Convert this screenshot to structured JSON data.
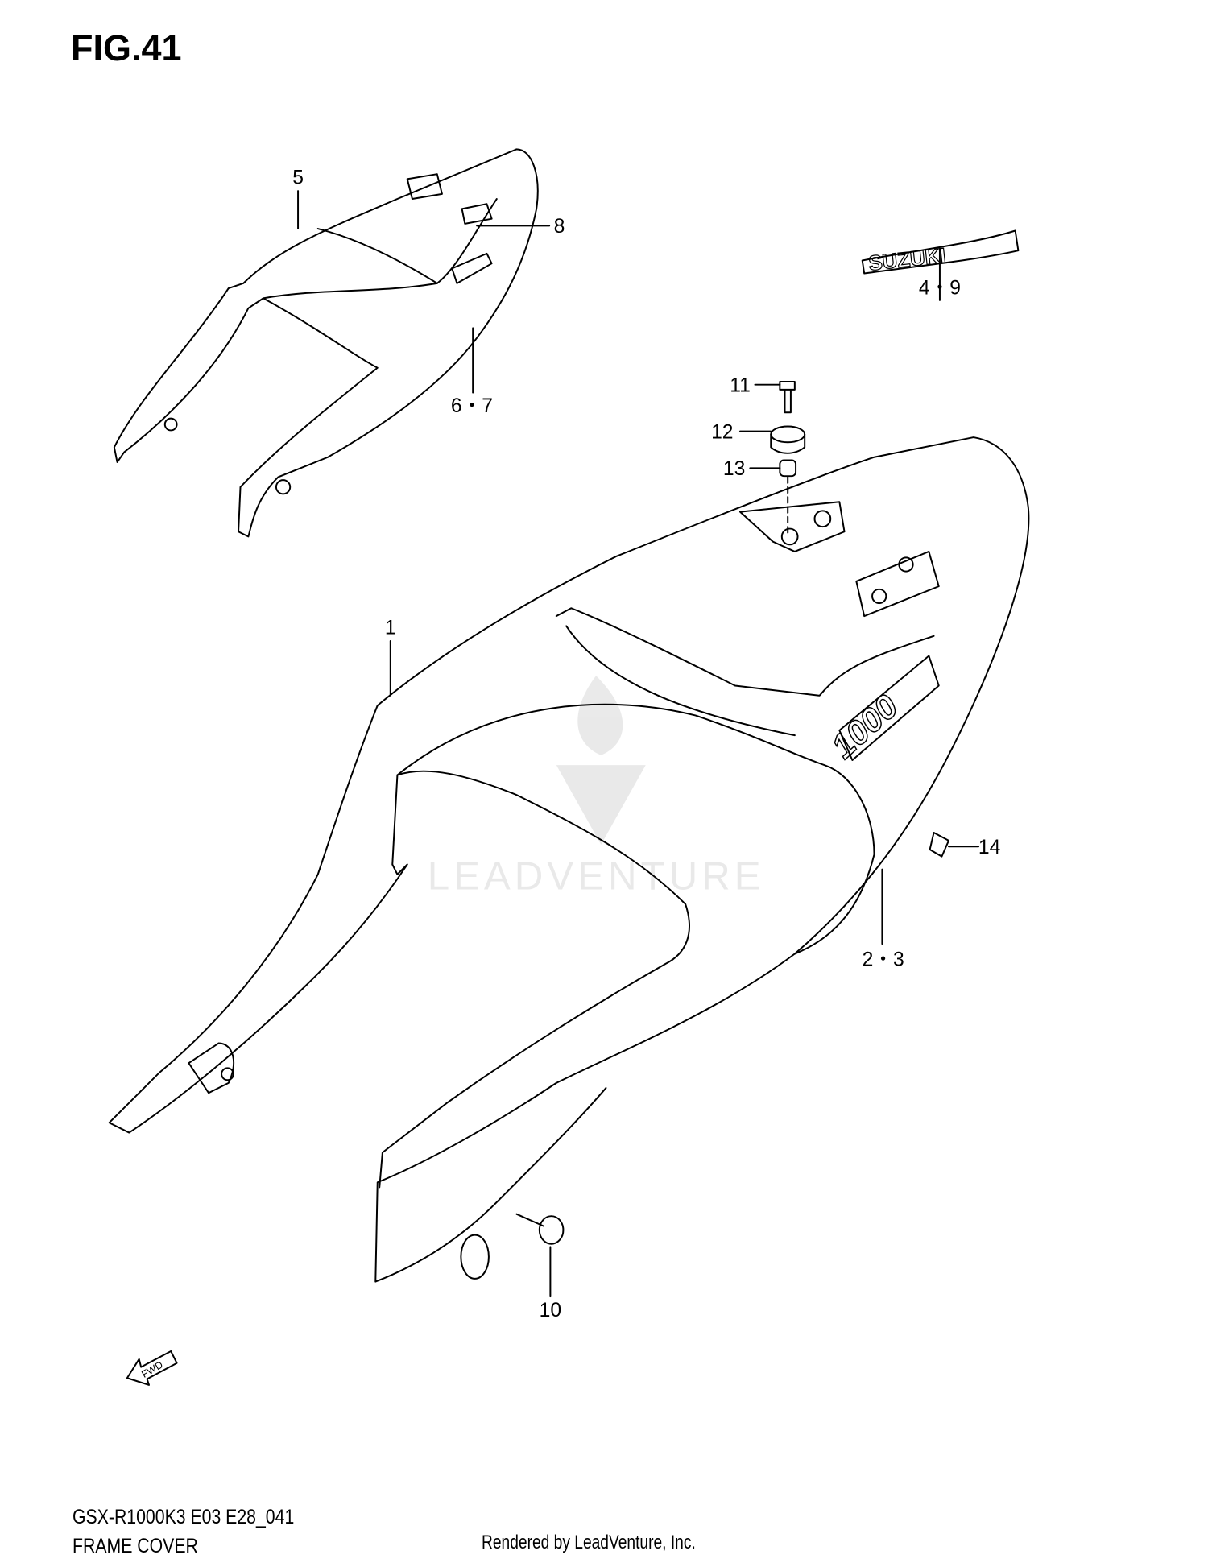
{
  "title": "FIG.41",
  "model_code": "GSX-R1000K3 E03 E28_041",
  "section_name": "FRAME COVER",
  "credit": "Rendered by LeadVenture, Inc.",
  "watermark": "LEADVENTURE",
  "decal_text": "SUZUKI",
  "badge_text": "1000",
  "fwd_arrow_text": "FWD",
  "callouts": [
    {
      "id": "1",
      "label": "1"
    },
    {
      "id": "2-3",
      "label": "2・3"
    },
    {
      "id": "4-9",
      "label": "4・9"
    },
    {
      "id": "5",
      "label": "5"
    },
    {
      "id": "6-7",
      "label": "6・7"
    },
    {
      "id": "8",
      "label": "8"
    },
    {
      "id": "10",
      "label": "10"
    },
    {
      "id": "11",
      "label": "11"
    },
    {
      "id": "12",
      "label": "12"
    },
    {
      "id": "13",
      "label": "13"
    },
    {
      "id": "14",
      "label": "14"
    }
  ]
}
